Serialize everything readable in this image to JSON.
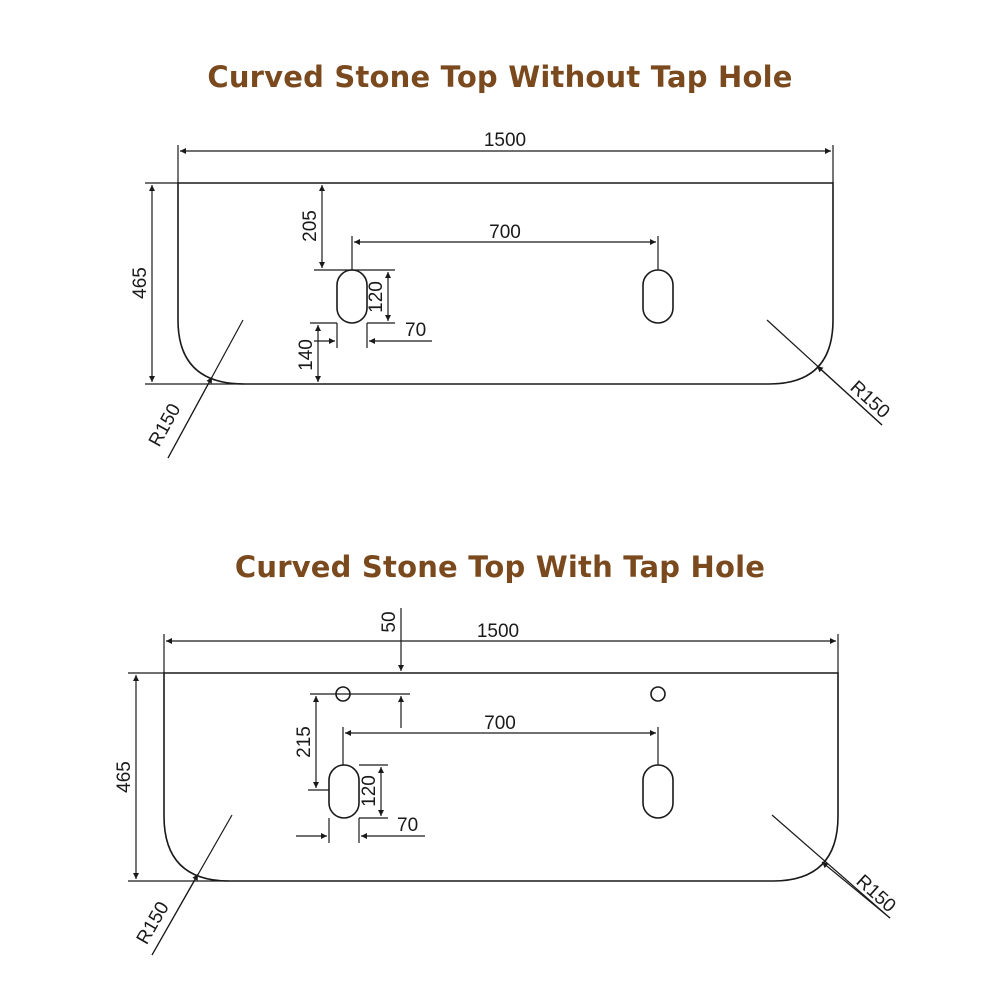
{
  "colors": {
    "title": "#7a4a1e",
    "line": "#1a1a1a",
    "background": "#ffffff"
  },
  "drawings": [
    {
      "title": "Curved Stone Top Without Tap Hole",
      "dims": {
        "width": "1500",
        "depth": "465",
        "basin_spacing": "700",
        "front_offset": "205",
        "basin_length": "120",
        "basin_width": "70",
        "back_offset": "140",
        "radius_left": "R150",
        "radius_right": "R150"
      }
    },
    {
      "title": "Curved Stone Top With Tap Hole",
      "dims": {
        "tap_offset": "50",
        "width": "1500",
        "depth": "465",
        "basin_spacing": "700",
        "tap_to_basin": "215",
        "basin_length": "120",
        "basin_width": "70",
        "radius_left": "R150",
        "radius_right": "R150"
      }
    }
  ]
}
